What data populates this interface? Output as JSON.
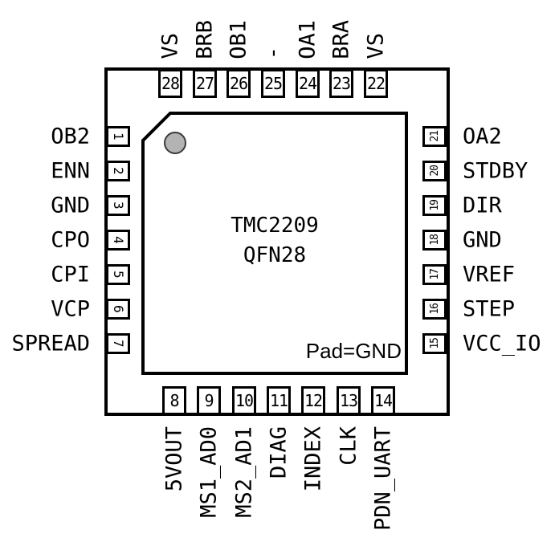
{
  "chip": {
    "name": "TMC2209",
    "package": "QFN28",
    "pad_label": "Pad=GND"
  },
  "pins": {
    "left": [
      {
        "num": "1",
        "label": "OB2"
      },
      {
        "num": "2",
        "label": "ENN"
      },
      {
        "num": "3",
        "label": "GND"
      },
      {
        "num": "4",
        "label": "CPO"
      },
      {
        "num": "5",
        "label": "CPI"
      },
      {
        "num": "6",
        "label": "VCP"
      },
      {
        "num": "7",
        "label": "SPREAD"
      }
    ],
    "right": [
      {
        "num": "21",
        "label": "OA2"
      },
      {
        "num": "20",
        "label": "STDBY"
      },
      {
        "num": "19",
        "label": "DIR"
      },
      {
        "num": "18",
        "label": "GND"
      },
      {
        "num": "17",
        "label": "VREF"
      },
      {
        "num": "16",
        "label": "STEP"
      },
      {
        "num": "15",
        "label": "VCC_IO"
      }
    ],
    "top": [
      {
        "num": "28",
        "label": "VS"
      },
      {
        "num": "27",
        "label": "BRB"
      },
      {
        "num": "26",
        "label": "OB1"
      },
      {
        "num": "25",
        "label": "-"
      },
      {
        "num": "24",
        "label": "OA1"
      },
      {
        "num": "23",
        "label": "BRA"
      },
      {
        "num": "22",
        "label": "VS"
      }
    ],
    "bottom": [
      {
        "num": "8",
        "label": "5VOUT"
      },
      {
        "num": "9",
        "label": "MS1_AD0"
      },
      {
        "num": "10",
        "label": "MS2_AD1"
      },
      {
        "num": "11",
        "label": "DIAG"
      },
      {
        "num": "12",
        "label": "INDEX"
      },
      {
        "num": "13",
        "label": "CLK"
      },
      {
        "num": "14",
        "label": "PDN_UART"
      }
    ]
  },
  "colors": {
    "line": "#000000",
    "background": "#ffffff",
    "pin1_marker_fill": "#b3b3b3",
    "pin1_marker_stroke": "#3a3a3a"
  }
}
